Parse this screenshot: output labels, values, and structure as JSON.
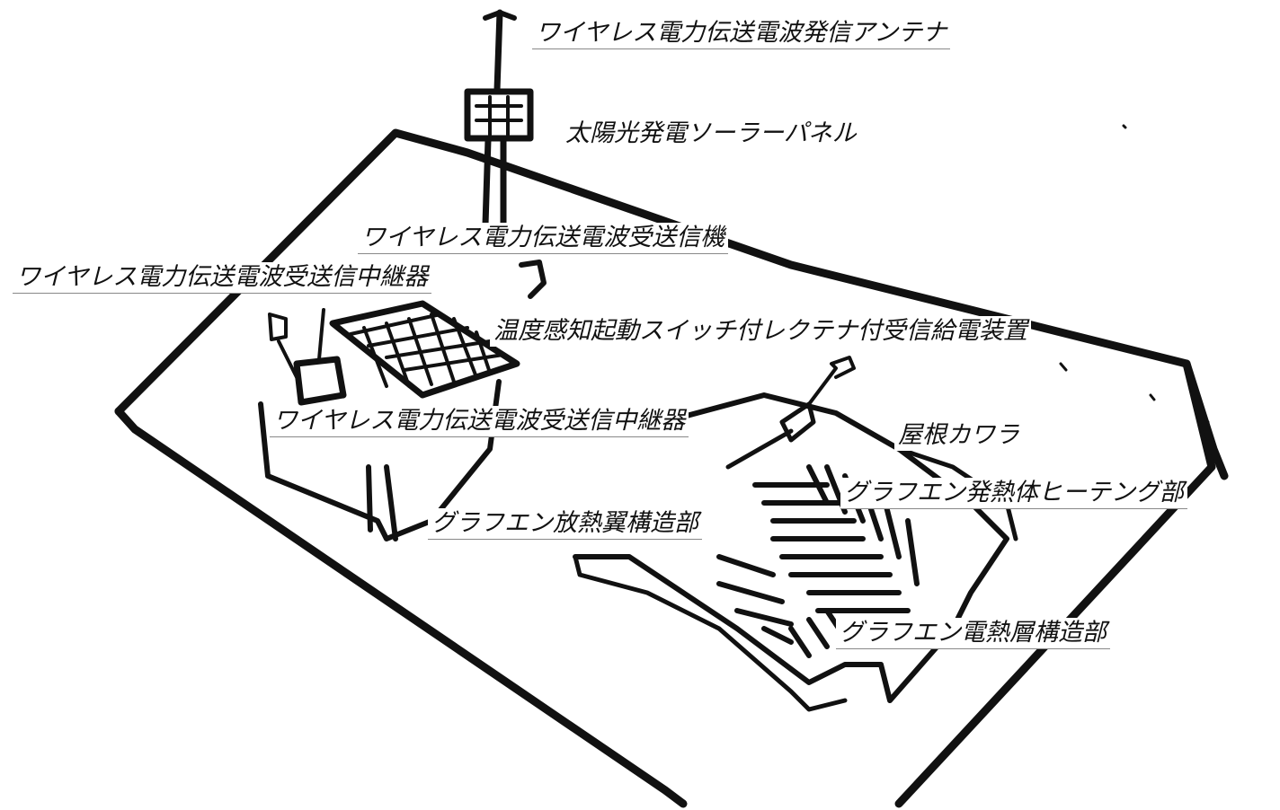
{
  "labels": {
    "antenna": "ワイヤレス電力伝送電波発信アンテナ",
    "solar_panel": "太陽光発電ソーラーパネル",
    "main_transceiver": "ワイヤレス電力伝送電波受送信機",
    "relay_left": "ワイヤレス電力伝送電波受送信中継器",
    "rectenna_receiver": "温度感知起動スイッチ付レクテナ付受信給電装置",
    "relay_center": "ワイヤレス電力伝送電波受送信中継器",
    "roof_tile": "屋根カワラ",
    "heating_part": "グラフエン発熱体ヒーテング部",
    "fin_structure": "グラフエン放熱翼構造部",
    "electrothermal_layer": "グラフエン電熱層構造部"
  },
  "colors": {
    "ink": "#111111",
    "paper": "#ffffff"
  }
}
